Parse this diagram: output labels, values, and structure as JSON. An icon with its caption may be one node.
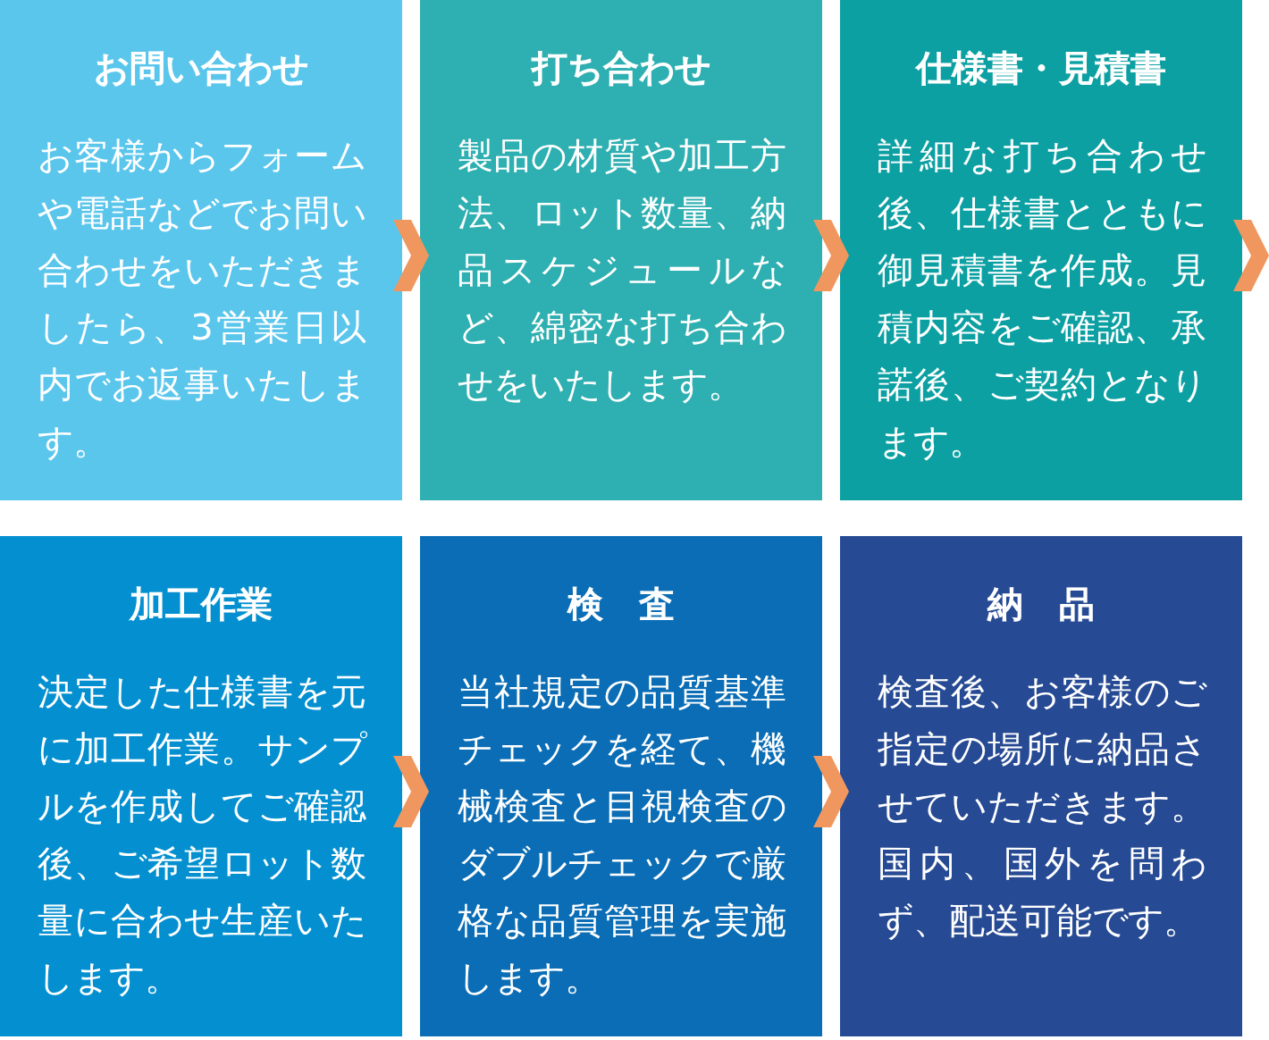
{
  "diagram": {
    "nodes": [
      {
        "text": [
          "お問い合わせ",
          "お客様からフォームや電話などでお問い合わせをいただきましたら、3営業日以内でお返事いたします。"
        ]
      },
      {
        "text": [
          "打ち合わせ",
          "製品の材質や加工方法、ロット数量、納品スケジュールなど、綿密な打ち合わせをいたします。"
        ]
      },
      {
        "text": [
          "仕様書・見積書",
          "詳細な打ち合わせ後、仕様書とともに御見積書を作成。見積内容をご確認、承諾後、ご契約となります。"
        ]
      },
      {
        "text": [
          "加工作業",
          "決定した仕様書を元に加工作業。サンプルを作成してご確認後、ご希望ロット数量に合わせ生産いたします。"
        ]
      },
      {
        "text": [
          "検　査",
          "当社規定の品質基準チェックを経て、機械検査と目視検査のダブルチェックで厳格な品質管理を実施します。"
        ]
      },
      {
        "text": [
          "納　品",
          "検査後、お客様のご指定の場所に納品させていただきます。国内、国外を問わず、配送可能です。"
        ]
      }
    ],
    "edges": [
      {
        "from": 0,
        "to": 1,
        "arrow": "to"
      },
      {
        "from": 1,
        "to": 2,
        "arrow": "to"
      },
      {
        "from": 2,
        "to": null,
        "arrow": "to"
      },
      {
        "from": 3,
        "to": 4,
        "arrow": "to"
      },
      {
        "from": 4,
        "to": 5,
        "arrow": "to"
      }
    ]
  }
}
